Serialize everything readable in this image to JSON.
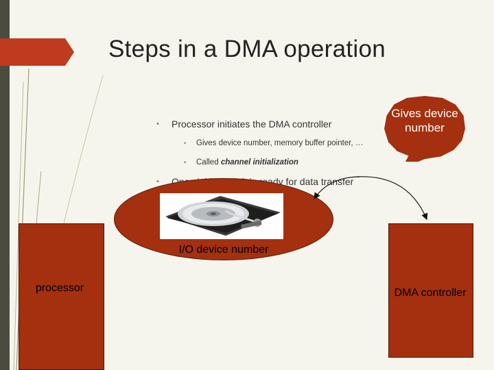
{
  "slide": {
    "title": "Steps in a DMA operation",
    "bullets": {
      "b1": "Processor initiates the DMA controller",
      "b1_sub1": "Gives device number, memory buffer pointer, …",
      "b1_sub2_prefix": "Called ",
      "b1_sub2_emph": "channel initialization",
      "b2": "Once initialized, it is ready for data transfer"
    },
    "bullet_glyph": "•"
  },
  "diagram": {
    "callout": "Gives device number",
    "io_device_label": "I/O device number",
    "processor_label": "processor",
    "dma_label": "DMA controller"
  },
  "colors": {
    "accent": "#a4300f",
    "title_tab": "#c03a1f",
    "background": "#f6f5ed",
    "sidebar": "#4b4b3f"
  },
  "icons": {
    "hard_drive": "hard-drive-photo"
  }
}
